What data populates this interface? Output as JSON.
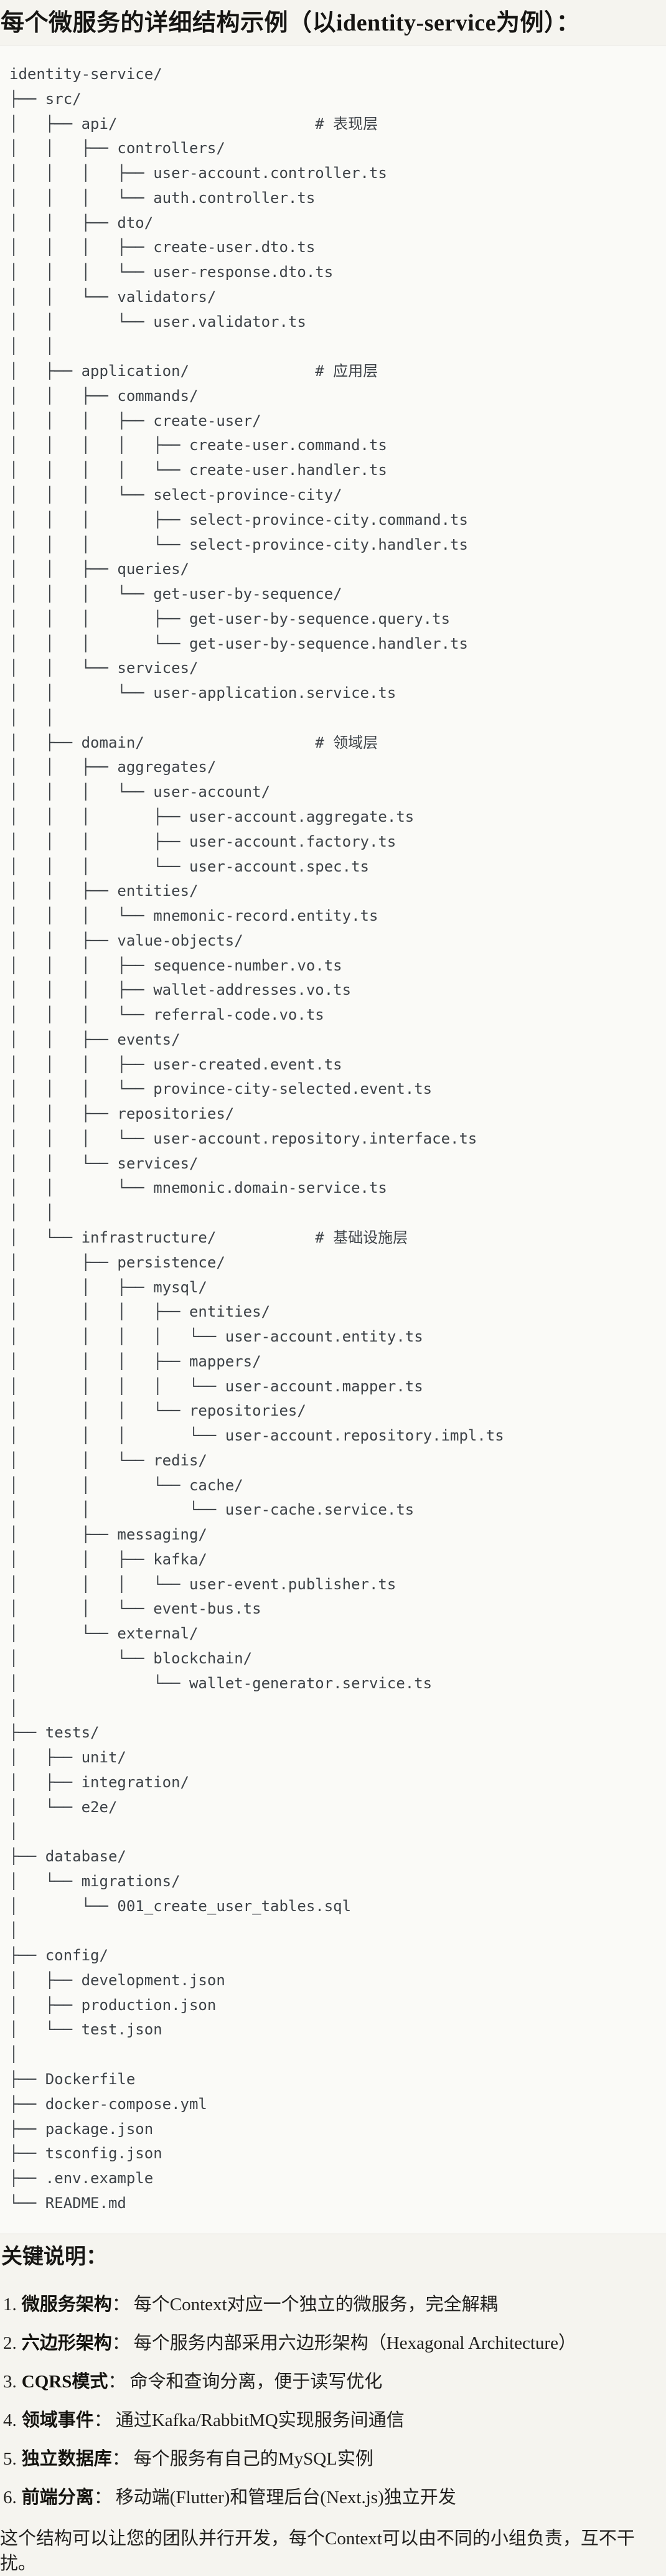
{
  "title": "每个微服务的详细结构示例（以identity-service为例）：",
  "colors": {
    "page_bg": "#f5f4ef",
    "code_bg": "#fafaf7",
    "code_border": "#e2e0da",
    "code_text": "#3d4247",
    "body_text": "#1d1c1a"
  },
  "code_block": {
    "language": "plaintext",
    "lines": [
      "identity-service/",
      "├── src/",
      "│   ├── api/                      # 表现层",
      "│   │   ├── controllers/",
      "│   │   │   ├── user-account.controller.ts",
      "│   │   │   └── auth.controller.ts",
      "│   │   ├── dto/",
      "│   │   │   ├── create-user.dto.ts",
      "│   │   │   └── user-response.dto.ts",
      "│   │   └── validators/",
      "│   │       └── user.validator.ts",
      "│   │",
      "│   ├── application/              # 应用层",
      "│   │   ├── commands/",
      "│   │   │   ├── create-user/",
      "│   │   │   │   ├── create-user.command.ts",
      "│   │   │   │   └── create-user.handler.ts",
      "│   │   │   └── select-province-city/",
      "│   │   │       ├── select-province-city.command.ts",
      "│   │   │       └── select-province-city.handler.ts",
      "│   │   ├── queries/",
      "│   │   │   └── get-user-by-sequence/",
      "│   │   │       ├── get-user-by-sequence.query.ts",
      "│   │   │       └── get-user-by-sequence.handler.ts",
      "│   │   └── services/",
      "│   │       └── user-application.service.ts",
      "│   │",
      "│   ├── domain/                   # 领域层",
      "│   │   ├── aggregates/",
      "│   │   │   └── user-account/",
      "│   │   │       ├── user-account.aggregate.ts",
      "│   │   │       ├── user-account.factory.ts",
      "│   │   │       └── user-account.spec.ts",
      "│   │   ├── entities/",
      "│   │   │   └── mnemonic-record.entity.ts",
      "│   │   ├── value-objects/",
      "│   │   │   ├── sequence-number.vo.ts",
      "│   │   │   ├── wallet-addresses.vo.ts",
      "│   │   │   └── referral-code.vo.ts",
      "│   │   ├── events/",
      "│   │   │   ├── user-created.event.ts",
      "│   │   │   └── province-city-selected.event.ts",
      "│   │   ├── repositories/",
      "│   │   │   └── user-account.repository.interface.ts",
      "│   │   └── services/",
      "│   │       └── mnemonic.domain-service.ts",
      "│   │",
      "│   └── infrastructure/           # 基础设施层",
      "│       ├── persistence/",
      "│       │   ├── mysql/",
      "│       │   │   ├── entities/",
      "│       │   │   │   └── user-account.entity.ts",
      "│       │   │   ├── mappers/",
      "│       │   │   │   └── user-account.mapper.ts",
      "│       │   │   └── repositories/",
      "│       │   │       └── user-account.repository.impl.ts",
      "│       │   └── redis/",
      "│       │       └── cache/",
      "│       │           └── user-cache.service.ts",
      "│       ├── messaging/",
      "│       │   ├── kafka/",
      "│       │   │   └── user-event.publisher.ts",
      "│       │   └── event-bus.ts",
      "│       └── external/",
      "│           └── blockchain/",
      "│               └── wallet-generator.service.ts",
      "│",
      "├── tests/",
      "│   ├── unit/",
      "│   ├── integration/",
      "│   └── e2e/",
      "│",
      "├── database/",
      "│   └── migrations/",
      "│       └── 001_create_user_tables.sql",
      "│",
      "├── config/",
      "│   ├── development.json",
      "│   ├── production.json",
      "│   └── test.json",
      "│",
      "├── Dockerfile",
      "├── docker-compose.yml",
      "├── package.json",
      "├── tsconfig.json",
      "├── .env.example",
      "└── README.md"
    ]
  },
  "notes": {
    "heading": "关键说明：",
    "items": [
      {
        "num": "1.",
        "term": "微服务架构",
        "colon": "：",
        "desc": "每个Context对应一个独立的微服务，完全解耦"
      },
      {
        "num": "2.",
        "term": "六边形架构",
        "colon": "：",
        "desc": "每个服务内部采用六边形架构（Hexagonal Architecture）"
      },
      {
        "num": "3.",
        "term": "CQRS模式",
        "colon": "：",
        "desc": "命令和查询分离，便于读写优化"
      },
      {
        "num": "4.",
        "term": "领域事件",
        "colon": "：",
        "desc": "通过Kafka/RabbitMQ实现服务间通信"
      },
      {
        "num": "5.",
        "term": "独立数据库",
        "colon": "：",
        "desc": "每个服务有自己的MySQL实例"
      },
      {
        "num": "6.",
        "term": "前端分离",
        "colon": "：",
        "desc": "移动端(Flutter)和管理后台(Next.js)独立开发"
      }
    ],
    "footer": "这个结构可以让您的团队并行开发，每个Context可以由不同的小组负责，互不干扰。"
  }
}
